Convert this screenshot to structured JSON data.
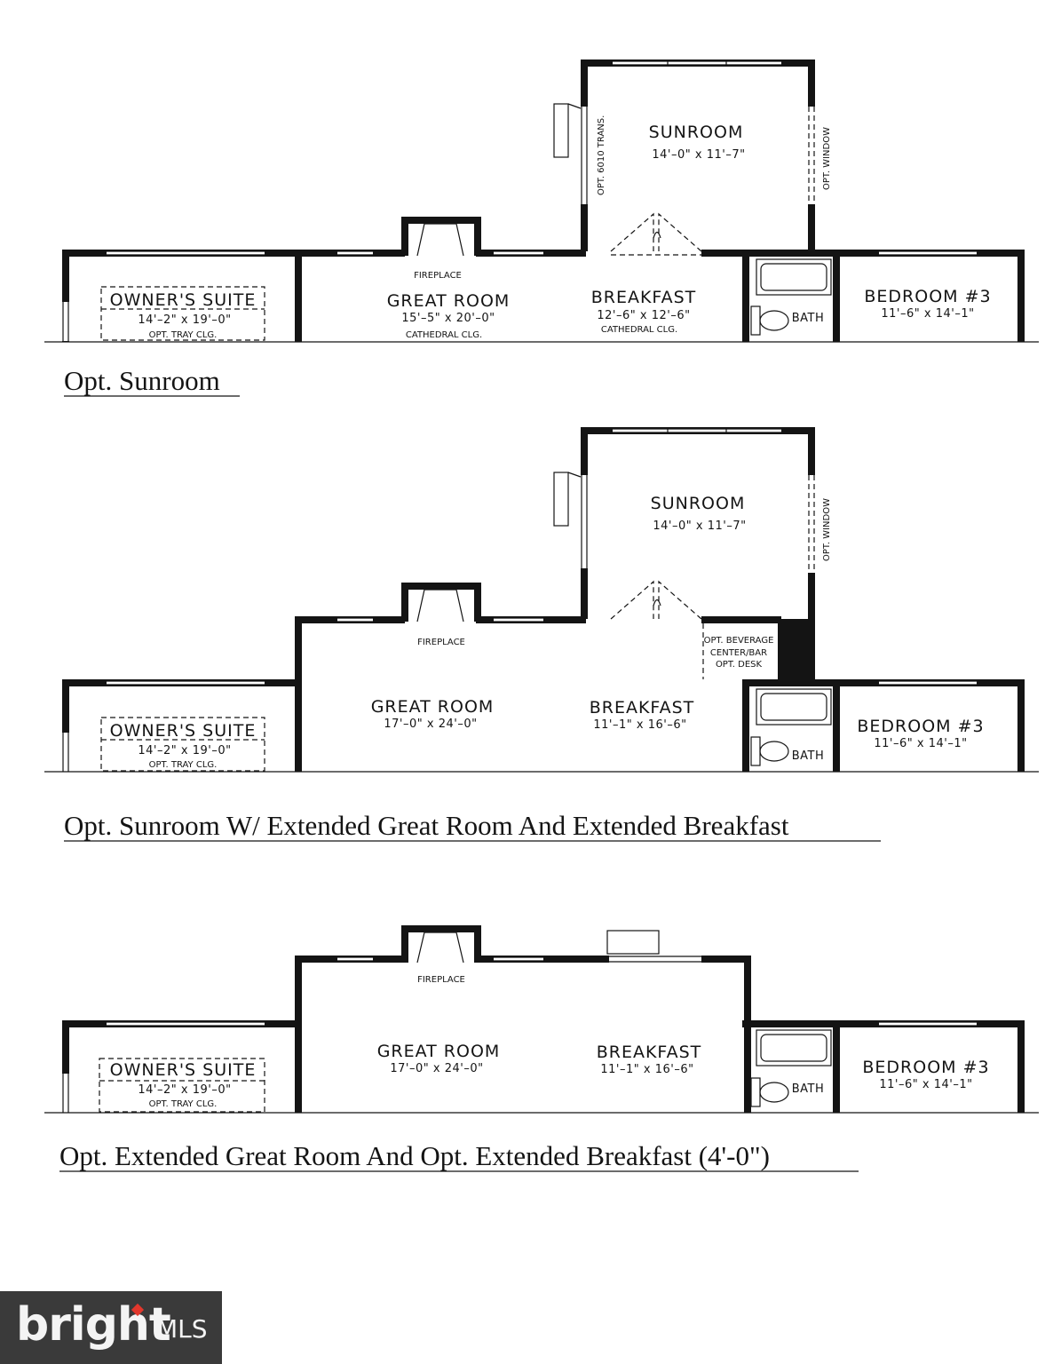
{
  "plans": [
    {
      "caption": "Opt. Sunroom",
      "sunroom": {
        "name": "SUNROOM",
        "dims": "14'–0\" x 11'–7\""
      },
      "trans_note": "OPT. 6010 TRANS.",
      "window_note": "OPT. WINDOW",
      "fireplace": "FIREPLACE",
      "owners": {
        "name": "OWNER'S SUITE",
        "dims": "14'–2\" x 19'–0\"",
        "note": "OPT. TRAY CLG."
      },
      "great": {
        "name": "GREAT ROOM",
        "dims": "15'–5\" x 20'–0\"",
        "note": "CATHEDRAL CLG."
      },
      "breakfast": {
        "name": "BREAKFAST",
        "dims": "12'–6\" x 12'–6\"",
        "note": "CATHEDRAL CLG."
      },
      "bath": "BATH",
      "bedroom": {
        "name": "BEDROOM #3",
        "dims": "11'–6\" x 14'–1\""
      }
    },
    {
      "caption": "Opt. Sunroom W/ Extended Great Room And Extended Breakfast",
      "sunroom": {
        "name": "SUNROOM",
        "dims": "14'–0\" x 11'–7\""
      },
      "window_note": "OPT. WINDOW",
      "fireplace": "FIREPLACE",
      "beverage": [
        "OPT. BEVERAGE",
        "CENTER/BAR",
        "OPT. DESK"
      ],
      "owners": {
        "name": "OWNER'S SUITE",
        "dims": "14'–2\" x 19'–0\"",
        "note": "OPT. TRAY CLG."
      },
      "great": {
        "name": "GREAT ROOM",
        "dims": "17'–0\" x 24'–0\""
      },
      "breakfast": {
        "name": "BREAKFAST",
        "dims": "11'–1\" x 16'–6\""
      },
      "bath": "BATH",
      "bedroom": {
        "name": "BEDROOM #3",
        "dims": "11'–6\" x 14'–1\""
      }
    },
    {
      "caption": "Opt. Extended Great Room And Opt. Extended Breakfast (4'-0\")",
      "fireplace": "FIREPLACE",
      "owners": {
        "name": "OWNER'S SUITE",
        "dims": "14'–2\" x 19'–0\"",
        "note": "OPT. TRAY CLG."
      },
      "great": {
        "name": "GREAT ROOM",
        "dims": "17'–0\" x 24'–0\""
      },
      "breakfast": {
        "name": "BREAKFAST",
        "dims": "11'–1\" x 16'–6\""
      },
      "bath": "BATH",
      "bedroom": {
        "name": "BEDROOM #3",
        "dims": "11'–6\" x 14'–1\""
      }
    }
  ],
  "watermark": {
    "brand": "bright",
    "suffix": "MLS"
  }
}
